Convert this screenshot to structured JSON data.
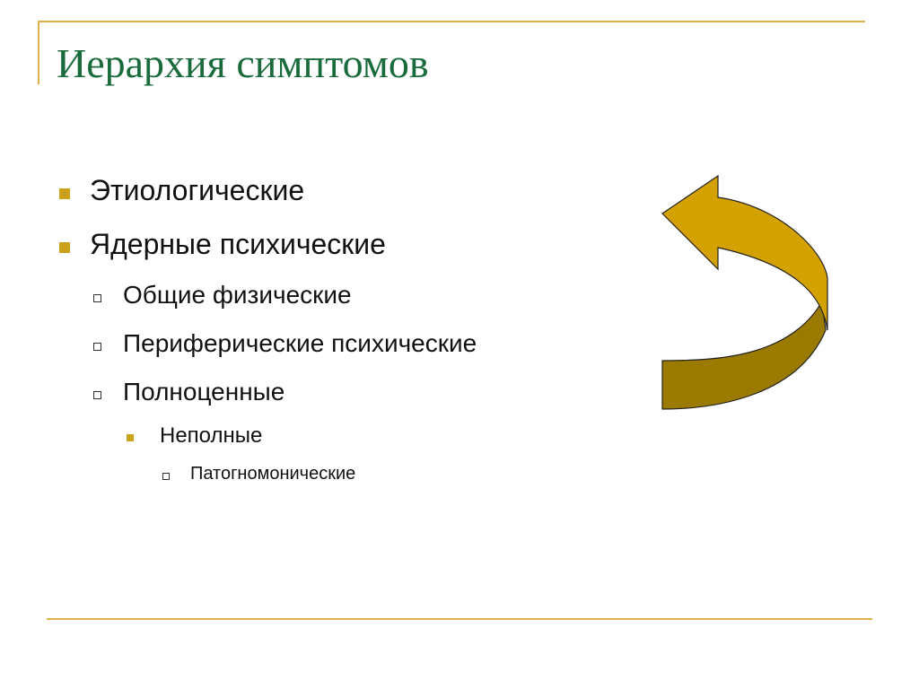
{
  "slide": {
    "title": "Иерархия симптомов",
    "bullets": [
      {
        "text": "Этиологические",
        "level": 1,
        "marker": "filled-square"
      },
      {
        "text": "Ядерные психические",
        "level": 1,
        "marker": "filled-square"
      },
      {
        "text": "Общие физические",
        "level": 2,
        "marker": "hollow-square"
      },
      {
        "text": "Периферические психические",
        "level": 2,
        "marker": "hollow-square"
      },
      {
        "text": "Полноценные",
        "level": 2,
        "marker": "hollow-square"
      },
      {
        "text": "Неполные",
        "level": 3,
        "marker": "filled-square"
      },
      {
        "text": "Патогномонические",
        "level": 4,
        "marker": "hollow-square"
      }
    ],
    "decoration": {
      "icon": "curved-arrow-icon",
      "fill_front": "#d4a200",
      "fill_back": "#9b7a00",
      "stroke": "#222222"
    },
    "colors": {
      "title": "#1a6b3c",
      "rule": "#e0b04a",
      "bullet_filled": "#c9a21a"
    }
  }
}
